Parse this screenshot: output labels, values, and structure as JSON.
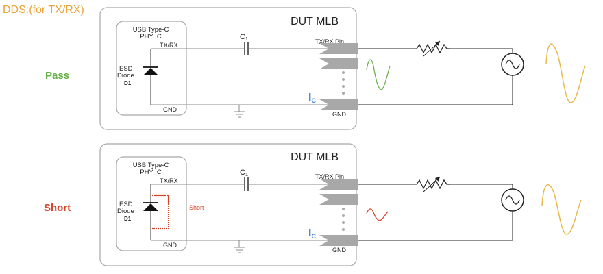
{
  "heading": "DDS:(for TX/RX)",
  "colors": {
    "heading": "#e8a33a",
    "pass": "#6ab04c",
    "short": "#d2452a",
    "current": "#3b86d6",
    "wave": "#e8b84a"
  },
  "panels": [
    {
      "status": "Pass",
      "board": "DUT MLB",
      "phy_line1": "USB Type-C",
      "phy_line2": "PHY IC",
      "txrx": "TX/RX",
      "gnd_inner": "GND",
      "esd_line1": "ESD",
      "esd_line2": "Diode",
      "esd_ref": "D1",
      "cap": "C",
      "cap_sub": "1",
      "pin": "TX/RX Pin",
      "gnd_pin": "GND",
      "current": "I",
      "current_sub": "C",
      "fault": ""
    },
    {
      "status": "Short",
      "board": "DUT MLB",
      "phy_line1": "USB Type-C",
      "phy_line2": "PHY IC",
      "txrx": "TX/RX",
      "gnd_inner": "GND",
      "esd_line1": "ESD",
      "esd_line2": "Diode",
      "esd_ref": "D1",
      "cap": "C",
      "cap_sub": "1",
      "pin": "TX/RX Pin",
      "gnd_pin": "GND",
      "current": "I",
      "current_sub": "C",
      "fault": "Short"
    }
  ]
}
